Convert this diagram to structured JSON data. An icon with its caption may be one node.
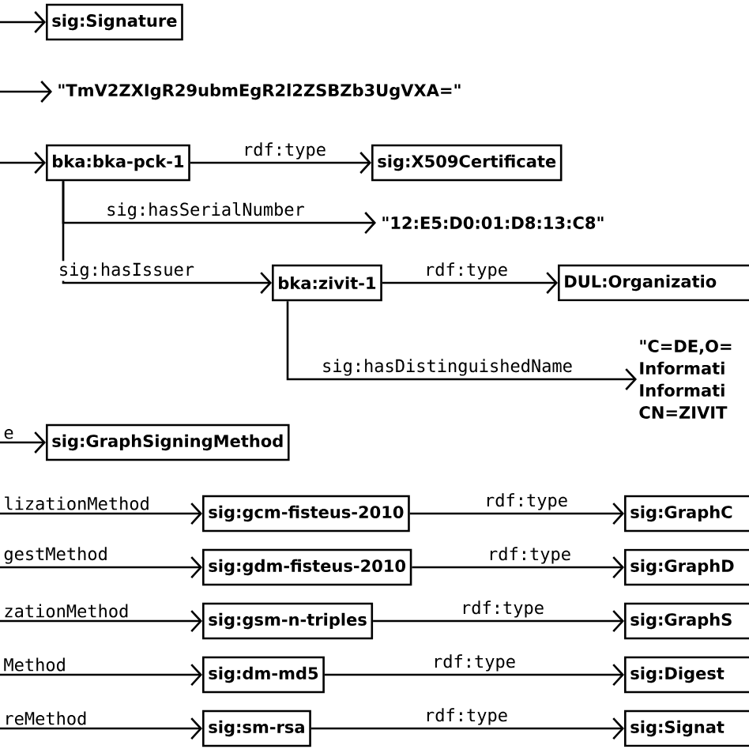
{
  "diagram": {
    "nodes": [
      {
        "text": [
          "sig:Signature"
        ]
      },
      {
        "text": [
          "\"TmV2ZXIgR29ubmEgR2l2ZSBZb3UgVXA=\""
        ]
      },
      {
        "text": [
          "bka:bka-pck-1"
        ]
      },
      {
        "text": [
          "sig:X509Certificate"
        ]
      },
      {
        "text": [
          "\"12:E5:D0:01:D8:13:C8\""
        ]
      },
      {
        "text": [
          "bka:zivit-1"
        ]
      },
      {
        "text": [
          "DUL:Organizatio"
        ]
      },
      {
        "text": [
          "\"C=DE,O= Informati Informati CN=ZIVIT"
        ]
      },
      {
        "text": [
          "sig:GraphSigningMethod"
        ]
      },
      {
        "text": [
          "sig:gcm-fisteus-2010"
        ]
      },
      {
        "text": [
          "sig:GraphC"
        ]
      },
      {
        "text": [
          "sig:gdm-fisteus-2010"
        ]
      },
      {
        "text": [
          "sig:GraphD"
        ]
      },
      {
        "text": [
          "sig:gsm-n-triples"
        ]
      },
      {
        "text": [
          "sig:GraphS"
        ]
      },
      {
        "text": [
          "sig:dm-md5"
        ]
      },
      {
        "text": [
          "sig:Digest"
        ]
      },
      {
        "text": [
          "sig:sm-rsa"
        ]
      },
      {
        "text": [
          "sig:Signat"
        ]
      }
    ],
    "edges": [
      {
        "from": null,
        "to": 0,
        "arrow": "to"
      },
      {
        "from": null,
        "to": 1,
        "arrow": "to"
      },
      {
        "from": null,
        "to": 2,
        "arrow": "to"
      },
      {
        "from": 2,
        "to": 3,
        "arrow": "to",
        "label": "rdf:type"
      },
      {
        "from": 2,
        "to": 4,
        "arrow": "to",
        "label": "sig:hasSerialNumber"
      },
      {
        "from": 2,
        "to": 5,
        "arrow": "to",
        "label": "sig:hasIssuer"
      },
      {
        "from": 5,
        "to": 6,
        "arrow": "to",
        "label": "rdf:type"
      },
      {
        "from": 5,
        "to": 7,
        "arrow": "to",
        "label": "sig:hasDistinguishedName"
      },
      {
        "from": null,
        "to": 8,
        "arrow": "to",
        "label": "e"
      },
      {
        "from": null,
        "to": 9,
        "arrow": "to",
        "label": "lizationMethod"
      },
      {
        "from": 9,
        "to": 10,
        "arrow": "to",
        "label": "rdf:type"
      },
      {
        "from": null,
        "to": 11,
        "arrow": "to",
        "label": "gestMethod"
      },
      {
        "from": 11,
        "to": 12,
        "arrow": "to",
        "label": "rdf:type"
      },
      {
        "from": null,
        "to": 13,
        "arrow": "to",
        "label": "zationMethod"
      },
      {
        "from": 13,
        "to": 14,
        "arrow": "to",
        "label": "rdf:type"
      },
      {
        "from": null,
        "to": 15,
        "arrow": "to",
        "label": "Method"
      },
      {
        "from": 15,
        "to": 16,
        "arrow": "to",
        "label": "rdf:type"
      },
      {
        "from": null,
        "to": 17,
        "arrow": "to",
        "label": "reMethod"
      },
      {
        "from": 17,
        "to": 18,
        "arrow": "to",
        "label": "rdf:type"
      }
    ]
  }
}
